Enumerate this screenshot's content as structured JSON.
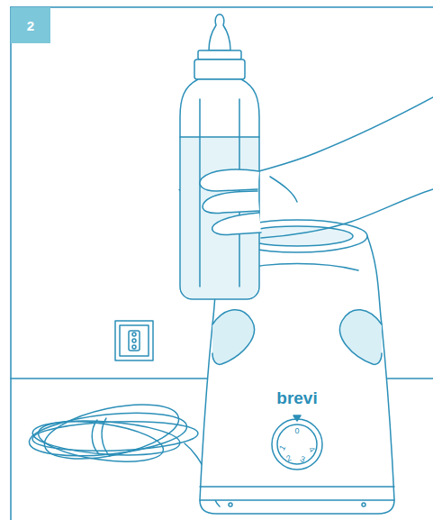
{
  "diagram": {
    "nodes": [
      {
        "text": [
          "2"
        ]
      }
    ],
    "labels": [
      "brevi",
      "0",
      "1",
      "2",
      "3",
      "4"
    ]
  }
}
